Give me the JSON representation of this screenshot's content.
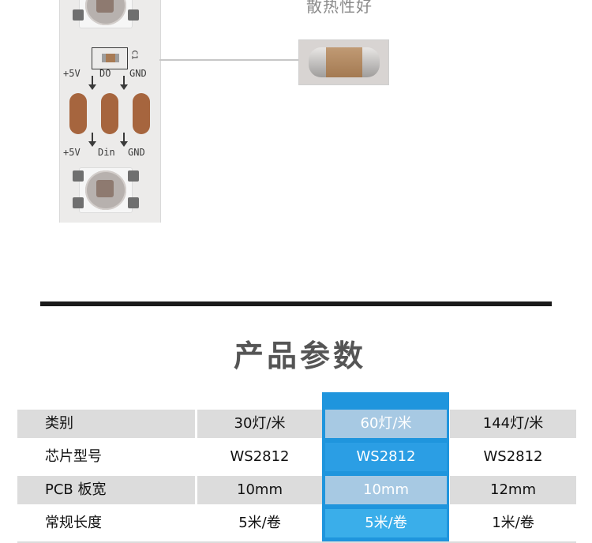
{
  "illustration": {
    "heat_caption": "散热性好",
    "labels_top": {
      "vcc": "+5V",
      "data_out": "DO",
      "gnd": "GND",
      "capacitor": "C1"
    },
    "labels_bottom": {
      "vcc": "+5V",
      "data_in": "Din",
      "gnd": "GND"
    }
  },
  "section": {
    "title": "产品参数"
  },
  "table": {
    "highlight_color": "#1f95dd",
    "rows": [
      {
        "label": "类别",
        "c1": "30灯/米",
        "c2": "60灯/米",
        "c3": "144灯/米"
      },
      {
        "label": "芯片型号",
        "c1": "WS2812",
        "c2": "WS2812",
        "c3": "WS2812"
      },
      {
        "label": "PCB 板宽",
        "c1": "10mm",
        "c2": "10mm",
        "c3": "12mm"
      },
      {
        "label": "常规长度",
        "c1": "5米/卷",
        "c2": "5米/卷",
        "c3": "1米/卷"
      }
    ]
  }
}
